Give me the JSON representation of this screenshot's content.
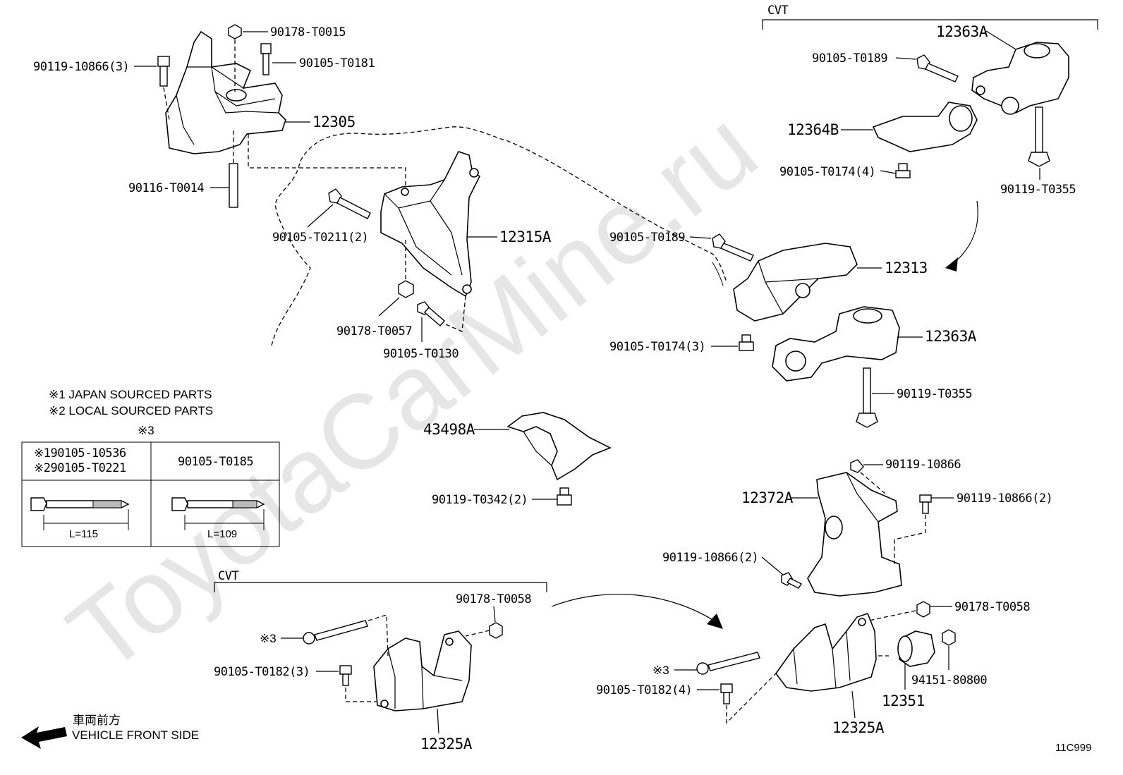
{
  "watermark": "ToyotaCarMine.ru",
  "diagram_code": "11C999",
  "groups": {
    "cvt_top": "CVT",
    "cvt_bottom": "CVT"
  },
  "notes": {
    "japan": "※1 JAPAN SOURCED PARTS",
    "local": "※2 LOCAL SOURCED PARTS",
    "ref3": "※3"
  },
  "table": {
    "col1_line1": "※190105-10536",
    "col1_line2": "※290105-T0221",
    "col2": "90105-T0185",
    "len1": "L=115",
    "len2": "L=109"
  },
  "direction": {
    "jp": "車両前方",
    "en": "VEHICLE FRONT SIDE"
  },
  "parts": {
    "p90178_T0015": "90178-T0015",
    "p90119_10866_3": "90119-10866(3)",
    "p90105_T0181": "90105-T0181",
    "p12305": "12305",
    "p90116_T0014": "90116-T0014",
    "p90105_T0211_2": "90105-T0211(2)",
    "p12315A": "12315A",
    "p90178_T0057": "90178-T0057",
    "p90105_T0130": "90105-T0130",
    "p90105_T0189_mid": "90105-T0189",
    "p12313": "12313",
    "p90105_T0174_3": "90105-T0174(3)",
    "p12363A_mid": "12363A",
    "p90119_T0355_mid": "90119-T0355",
    "p12363A_top": "12363A",
    "p90105_T0189_top": "90105-T0189",
    "p12364B": "12364B",
    "p90105_T0174_4": "90105-T0174(4)",
    "p90119_T0355_top": "90119-T0355",
    "p43498A": "43498A",
    "p90119_T0342_2": "90119-T0342(2)",
    "p90119_10866": "90119-10866",
    "p12372A": "12372A",
    "p90119_10866_2_right": "90119-10866(2)",
    "p90119_10866_2_left": "90119-10866(2)",
    "p90178_T0058_left": "90178-T0058",
    "p90105_T0182_3": "90105-T0182(3)",
    "p12325A_left": "12325A",
    "p90178_T0058_right": "90178-T0058",
    "p90105_T0182_4": "90105-T0182(4)",
    "p94151_80800": "94151-80800",
    "p12351": "12351",
    "p12325A_right": "12325A",
    "ref3_left": "※3",
    "ref3_right": "※3"
  }
}
